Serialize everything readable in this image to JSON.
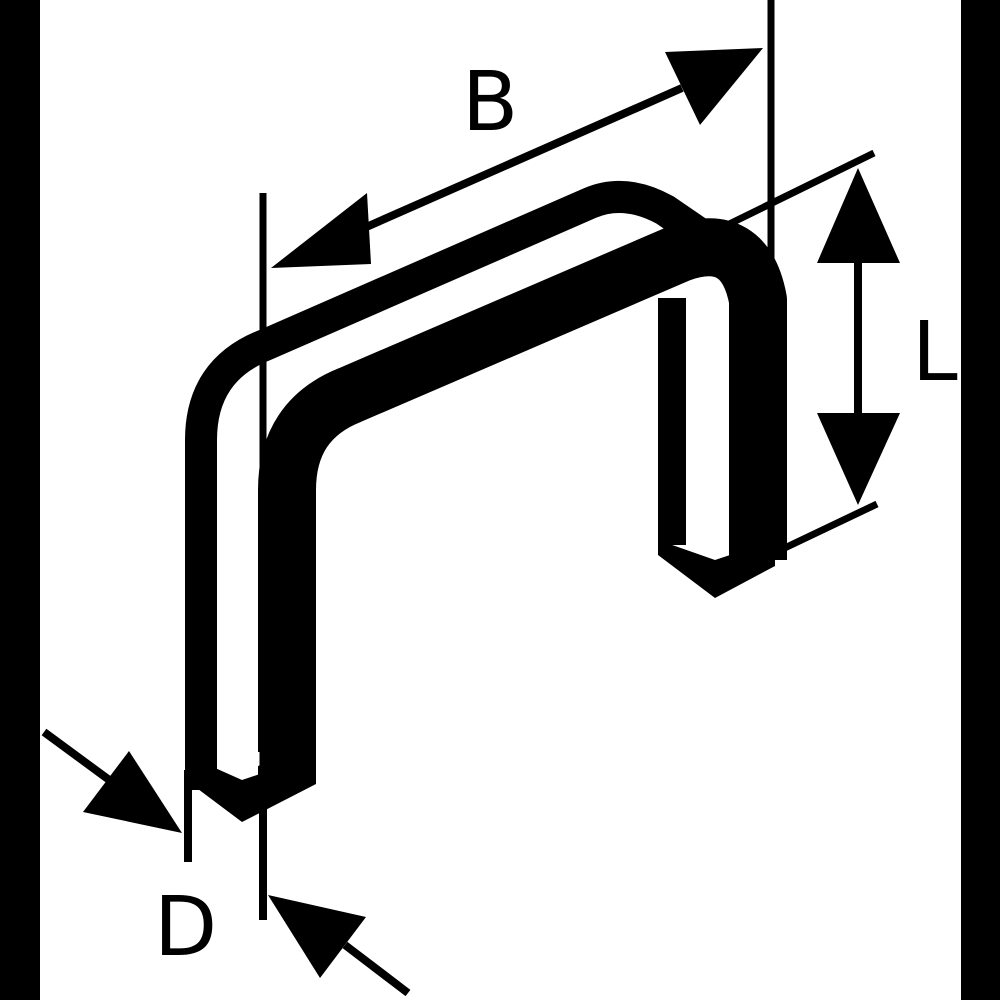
{
  "diagram": {
    "subject": "staple dimension diagram",
    "labels": {
      "width": "B",
      "length": "L",
      "thickness": "D"
    },
    "colors": {
      "line": "#000000",
      "background": "#ffffff",
      "side_bars": "#000000"
    }
  }
}
